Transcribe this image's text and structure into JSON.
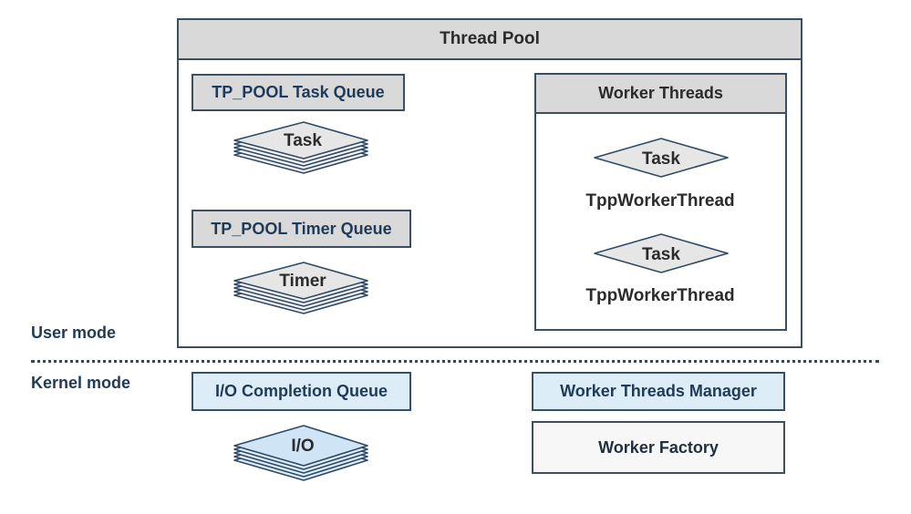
{
  "thread_pool": {
    "title": "Thread Pool",
    "task_queue_label": "TP_POOL Task Queue",
    "task_label": "Task",
    "timer_queue_label": "TP_POOL Timer Queue",
    "timer_label": "Timer"
  },
  "worker_threads": {
    "title": "Worker Threads",
    "workers": [
      {
        "task_label": "Task",
        "thread_name": "TppWorkerThread"
      },
      {
        "task_label": "Task",
        "thread_name": "TppWorkerThread"
      }
    ]
  },
  "modes": {
    "user": "User mode",
    "kernel": "Kernel mode"
  },
  "kernel": {
    "io_queue_label": "I/O Completion Queue",
    "io_label": "I/O",
    "manager_label": "Worker Threads Manager",
    "factory_label": "Worker Factory"
  },
  "colors": {
    "gray_fill": "#d9d9d9",
    "blue_fill": "#dcedf8",
    "border": "#3b4f63",
    "text_dark": "#1f3b57"
  }
}
